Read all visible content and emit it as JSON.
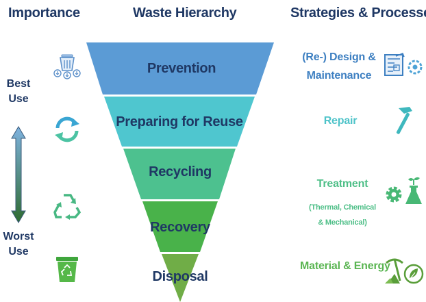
{
  "headers": {
    "importance": "Importance",
    "hierarchy": "Waste Hierarchy",
    "strategies": "Strategies & Processes"
  },
  "scale": {
    "best_line1": "Best",
    "best_line2": "Use",
    "worst_line1": "Worst",
    "worst_line2": "Use"
  },
  "tiers": [
    {
      "label": "Prevention",
      "color": "#5b9bd5"
    },
    {
      "label": "Preparing for Reuse",
      "color": "#4fc6cf"
    },
    {
      "label": "Recycling",
      "color": "#4dc18f"
    },
    {
      "label": "Recovery",
      "color": "#49b24a"
    },
    {
      "label": "Disposal",
      "color": "#70ad47"
    }
  ],
  "strategies": {
    "design_line1": "(Re-) Design &",
    "design_line2": "Maintenance",
    "repair": "Repair",
    "treatment": "Treatment",
    "treatment_sub1": "(Thermal, Chemical",
    "treatment_sub2": "& Mechanical)",
    "energy": "Material & Energy"
  },
  "colors": {
    "navy": "#1f3864",
    "blue": "#3d7fc1",
    "teal": "#4ec3c9",
    "green": "#5ab552",
    "arrow_top": "#5b9bd5",
    "arrow_bottom": "#2e7d32"
  },
  "icons": {
    "importance": [
      "sorting-bins-icon",
      "reuse-cycle-icon",
      "recycle-icon",
      "waste-bin-icon"
    ],
    "strategies": [
      "blueprint-gear-icon",
      "hammer-icon",
      "gear-flask-icon",
      "mining-leaf-icon"
    ]
  }
}
